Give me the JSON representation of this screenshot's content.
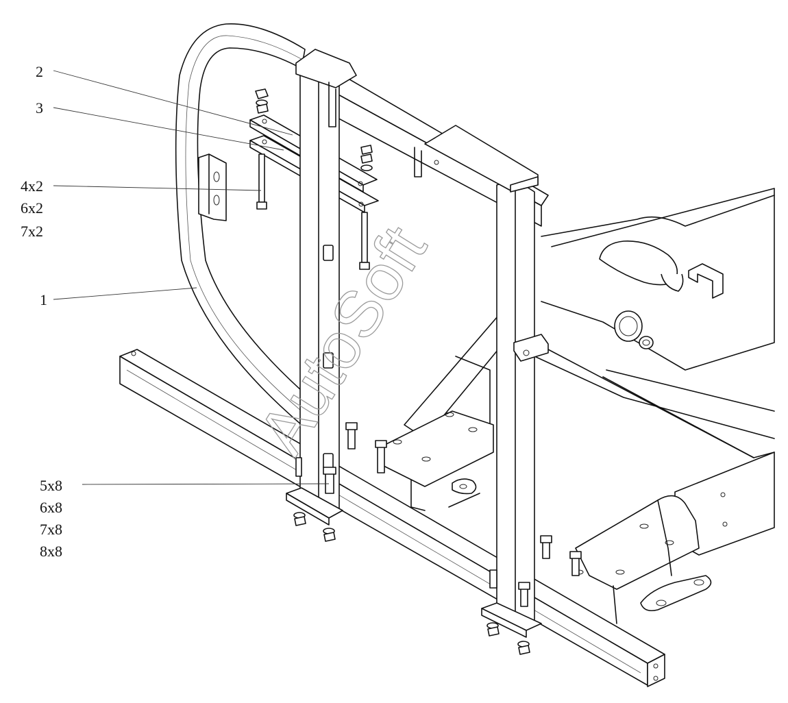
{
  "watermark": "AutoSoft",
  "callouts": {
    "c2": "2",
    "c3": "3",
    "c4x2": "4x2",
    "c6x2": "6x2",
    "c7x2": "7x2",
    "c1": "1",
    "c5x8": "5x8",
    "c6x8": "6x8",
    "c7x8": "7x8",
    "c8x8": "8x8"
  }
}
